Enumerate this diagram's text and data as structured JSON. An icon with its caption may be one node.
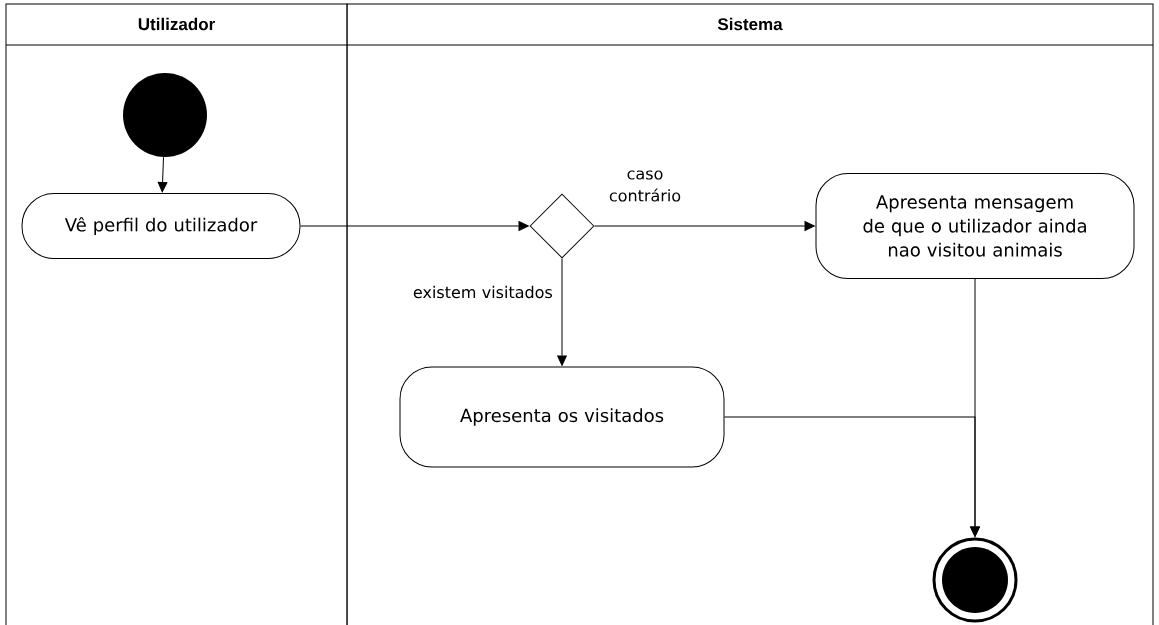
{
  "diagram": {
    "nodes": [
      {
        "text": [
          "Utilizador"
        ]
      },
      {
        "text": [
          "Sistema"
        ]
      },
      {
        "text": [],
        "shape": "circle",
        "in": 0
      },
      {
        "text": [
          "Vê perfil do utilizador"
        ],
        "in": 0
      },
      {
        "text": [],
        "shape": "diamond",
        "in": 1
      },
      {
        "text": [
          "Apresenta mensagem de que o utilizador ainda nao visitou animais"
        ],
        "in": 1
      },
      {
        "text": [
          "Apresenta os visitados"
        ],
        "in": 1
      },
      {
        "text": [],
        "shape": "bullseye",
        "in": 1
      }
    ],
    "edges": [
      {
        "from": 2,
        "to": 3,
        "arrow": "to"
      },
      {
        "from": 3,
        "to": 4,
        "arrow": "to"
      },
      {
        "from": 4,
        "to": 5,
        "arrow": "to",
        "label": "caso contrário"
      },
      {
        "from": 4,
        "to": 6,
        "arrow": "to",
        "label": "existem visitados"
      },
      {
        "from": 5,
        "to": 7,
        "arrow": "to"
      },
      {
        "from": 6,
        "to": 7,
        "arrow": "to"
      }
    ]
  }
}
